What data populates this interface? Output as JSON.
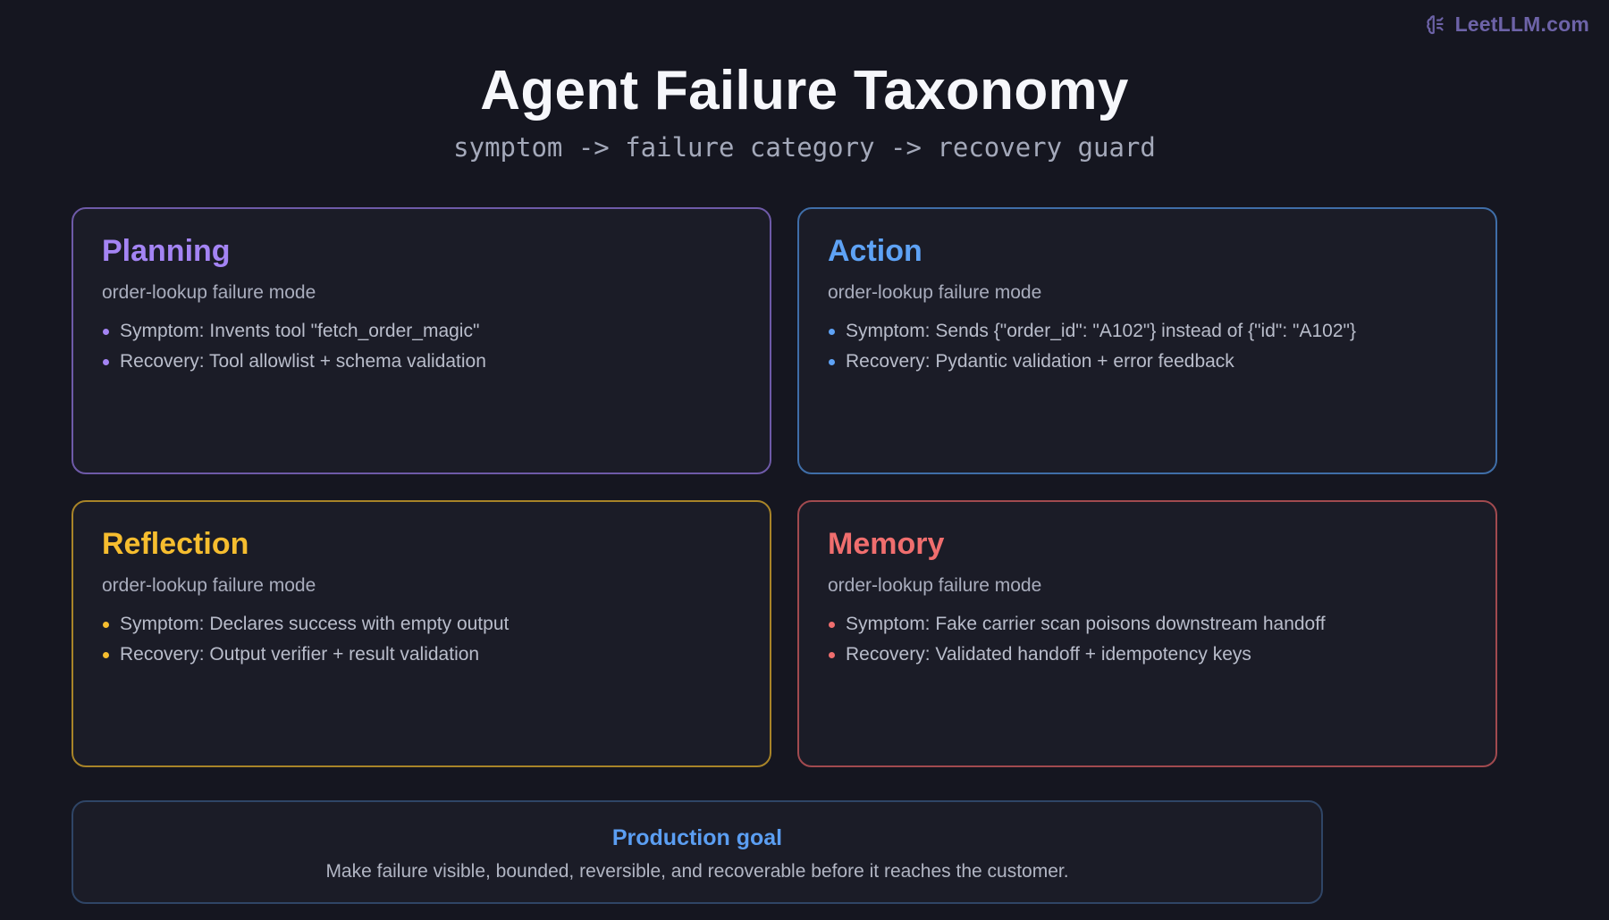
{
  "brand": {
    "name": "LeetLLM.com",
    "icon": "brain-icon",
    "color": "#6d63a8"
  },
  "header": {
    "title": "Agent Failure Taxonomy",
    "subtitle": "symptom -> failure category -> recovery guard"
  },
  "cards": [
    {
      "title": "Planning",
      "subtitle": "order-lookup failure mode",
      "color": "#a484f4",
      "border": "#6e5aa8",
      "items": [
        "Symptom: Invents tool \"fetch_order_magic\"",
        "Recovery: Tool allowlist + schema validation"
      ]
    },
    {
      "title": "Action",
      "subtitle": "order-lookup failure mode",
      "color": "#5ea2f5",
      "border": "#3f6ea8",
      "items": [
        "Symptom: Sends {\"order_id\": \"A102\"} instead of {\"id\": \"A102\"}",
        "Recovery: Pydantic validation + error feedback"
      ]
    },
    {
      "title": "Reflection",
      "subtitle": "order-lookup failure mode",
      "color": "#f6bd2f",
      "border": "#a88428",
      "items": [
        "Symptom: Declares success with empty output",
        "Recovery: Output verifier + result validation"
      ]
    },
    {
      "title": "Memory",
      "subtitle": "order-lookup failure mode",
      "color": "#f06e6e",
      "border": "#a14a4f",
      "items": [
        "Symptom: Fake carrier scan poisons downstream handoff",
        "Recovery: Validated handoff + idempotency keys"
      ]
    }
  ],
  "goal": {
    "title": "Production goal",
    "text": "Make failure visible, bounded, reversible, and recoverable before it reaches the customer."
  }
}
